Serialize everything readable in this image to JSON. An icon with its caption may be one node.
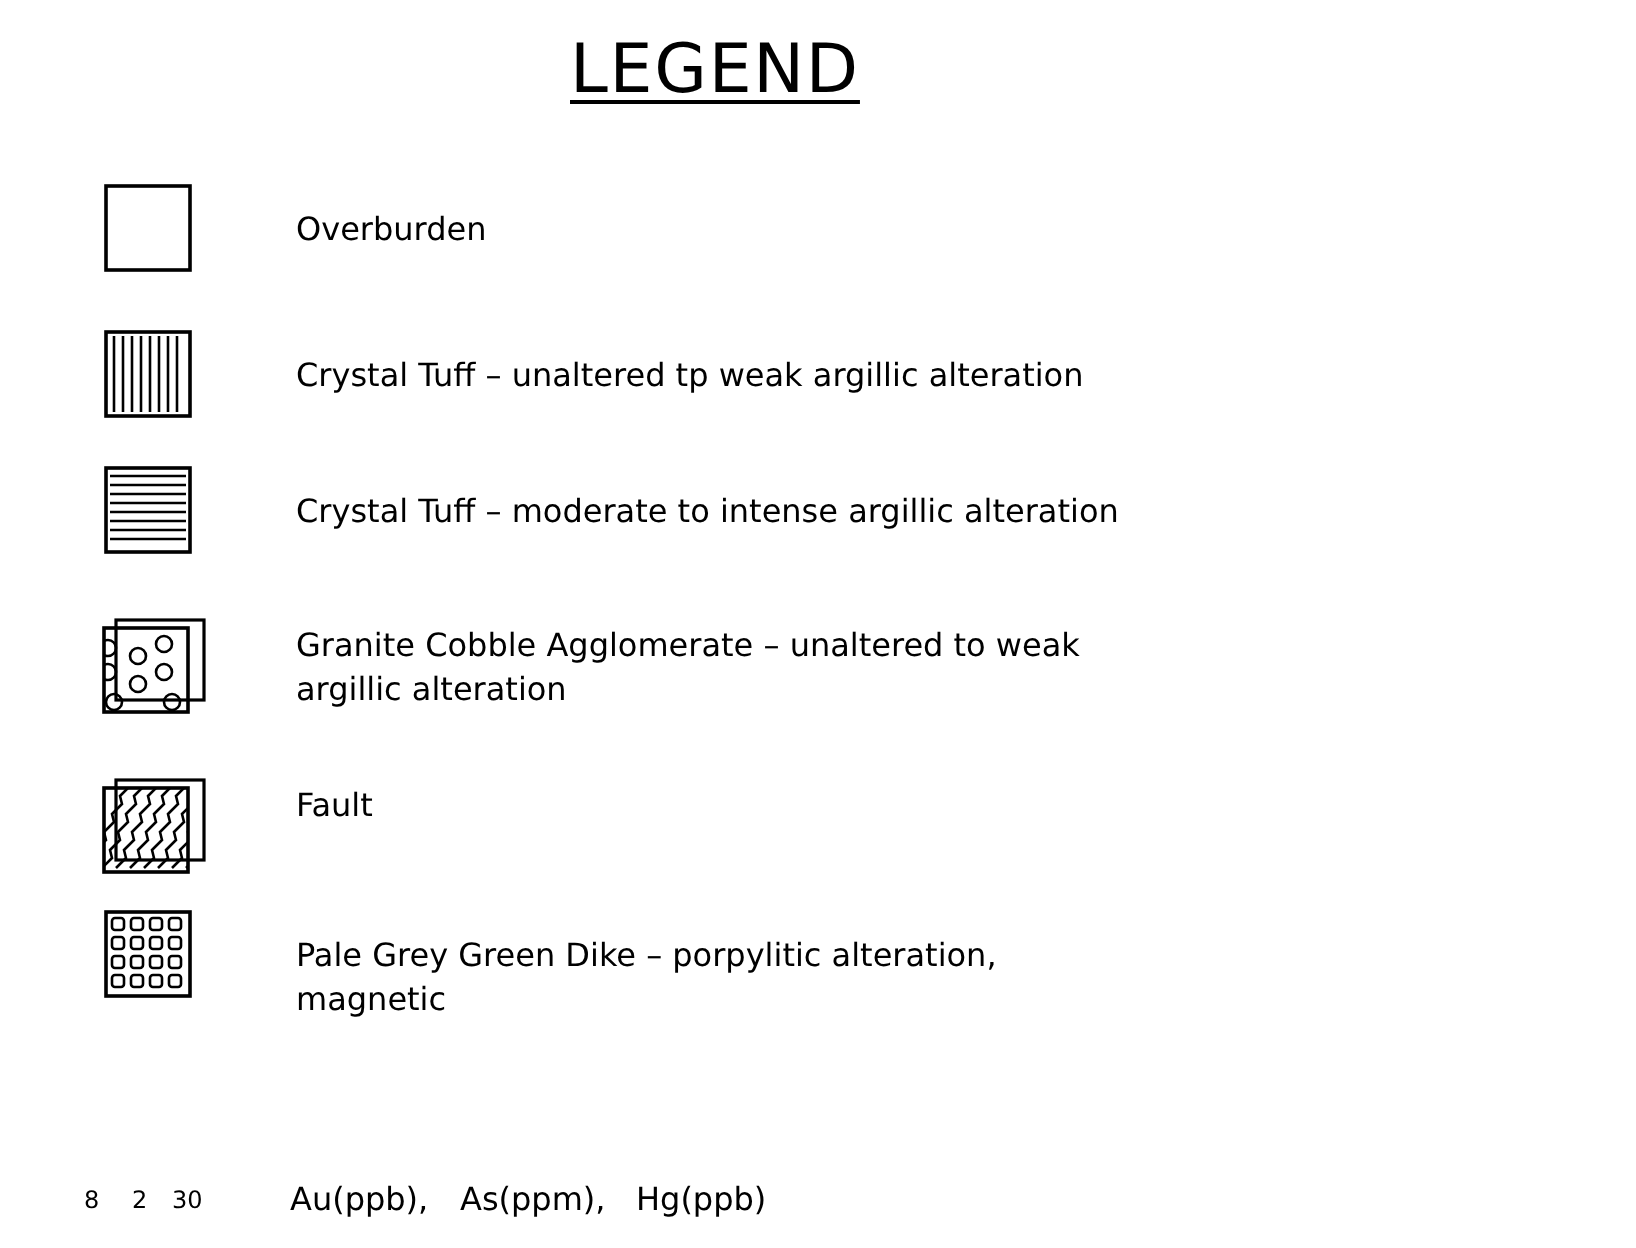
{
  "diagram": {
    "title": "LEGEND",
    "legend": [
      {
        "text": "Overburden"
      },
      {
        "text": "Crystal Tuff – unaltered tp weak argillic alteration"
      },
      {
        "text": "Crystal Tuff – moderate to intense argillic alteration"
      },
      {
        "text": "Granite Cobble Agglomerate – unaltered to weak argillic alteration"
      },
      {
        "text": "Fault"
      },
      {
        "text": "Pale Grey Green Dike – porpylitic alteration, magnetic"
      }
    ],
    "labels": [
      "8",
      "2",
      "30",
      "Au(ppb),",
      "As(ppm),",
      "Hg(ppb)"
    ]
  }
}
